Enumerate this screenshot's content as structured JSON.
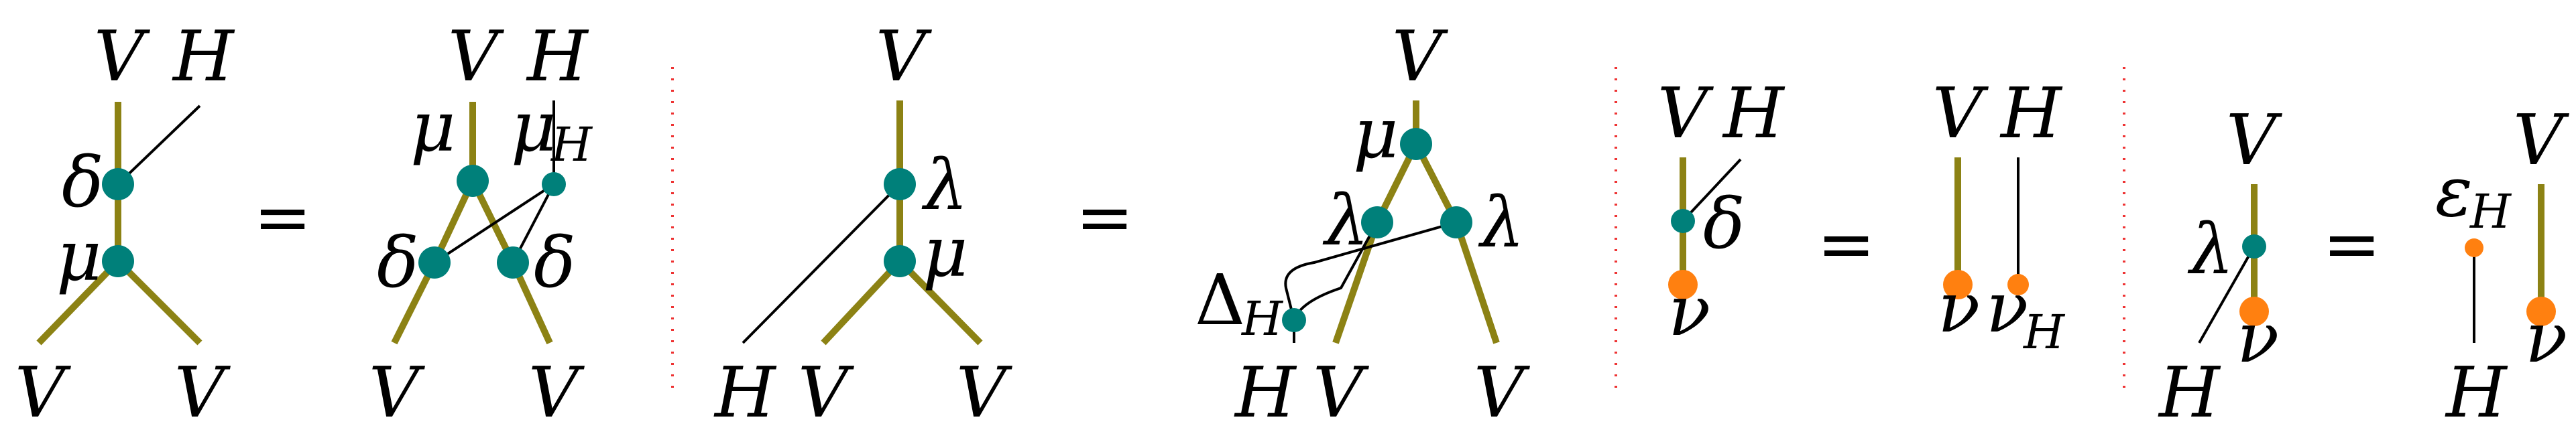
{
  "labels": {
    "V": "V",
    "H": "H",
    "delta": "δ",
    "mu": "μ",
    "lambda": "λ",
    "nu": "ν",
    "Delta": "Δ",
    "epsilon": "ε",
    "sub_H": "H",
    "equals": "="
  },
  "colors": {
    "algebra_strand": "#8c8214",
    "comodule_strand": "#000000",
    "node_teal": "#00807a",
    "node_orange": "#ff8010",
    "separator": "#ee3333"
  }
}
